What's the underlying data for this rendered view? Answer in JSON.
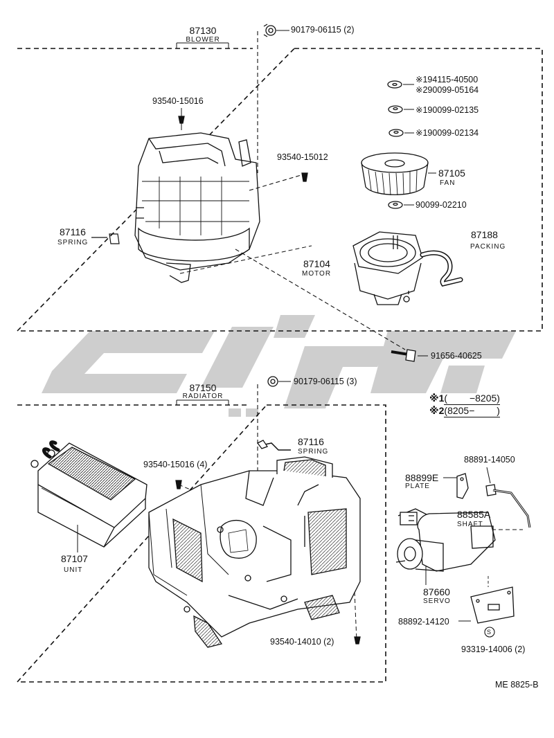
{
  "watermark": {
    "text": "",
    "color": "#c8c8c8"
  },
  "blower": {
    "part_no": "87130",
    "name": "BLOWER",
    "callouts": {
      "nut_top": "90179-06115 (2)",
      "screw_a": "93540-15016",
      "screw_b": "93540-15012",
      "washer_1": "※194115-40500",
      "washer_2": "※290099-05164",
      "washer_3": "※190099-02135",
      "washer_4": "※190099-02134",
      "fan_no": "87105",
      "fan_name": "FAN",
      "washer_5": "90099-02210",
      "packing_no": "87188",
      "packing_name": "PACKING",
      "motor_no": "87104",
      "motor_name": "MOTOR",
      "spring_no": "87116",
      "spring_name": "SPRING"
    }
  },
  "bolt_between": "91656-40625",
  "radiator": {
    "part_no": "87150",
    "name": "RADIATOR",
    "callouts": {
      "nut_top": "90179-06115 (3)",
      "spring_no": "87116",
      "spring_name": "SPRING",
      "screw_a": "93540-15016 (4)",
      "unit_no": "87107",
      "unit_name": "UNIT",
      "screw_b": "93540-14010 (2)"
    }
  },
  "servo": {
    "plate_no": "88899E",
    "plate_name": "PLATE",
    "bolt": "88891-14050",
    "shaft_no": "88585A",
    "shaft_name": "SHAFT",
    "servo_no": "87660",
    "servo_name": "SERVO",
    "bracket": "88892-14120",
    "screw": "93319-14006 (2)",
    "screw_mark": "S"
  },
  "legend": {
    "row1": {
      "mark": "※1",
      "text": "(　　 −8205)"
    },
    "row2": {
      "mark": "※2",
      "text": "(8205−　　 )"
    }
  },
  "footer_code": "ME  8825-B"
}
